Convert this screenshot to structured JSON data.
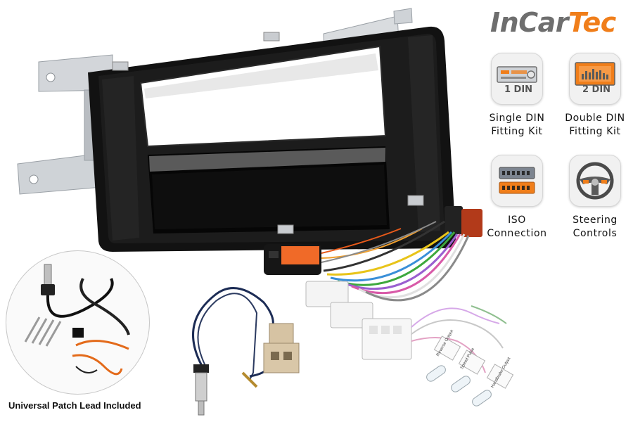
{
  "brand": {
    "part_a": "InCar",
    "part_b": "Tec"
  },
  "features": [
    {
      "id": "single-din",
      "line1": "Single DIN",
      "line2": "Fitting Kit",
      "badge": "1 DIN",
      "icon": "radio-1din-icon"
    },
    {
      "id": "double-din",
      "line1": "Double DIN",
      "line2": "Fitting Kit",
      "badge": "2 DIN",
      "icon": "radio-2din-icon"
    },
    {
      "id": "iso",
      "line1": "ISO",
      "line2": "Connection",
      "icon": "iso-connector-icon"
    },
    {
      "id": "steering",
      "line1": "Steering",
      "line2": "Controls",
      "icon": "steering-wheel-icon"
    }
  ],
  "patch_lead": {
    "caption": "Universal Patch Lead Included"
  },
  "tags": [
    "Reverse Output",
    "Speed Pulse",
    "Handbrake Output"
  ],
  "colors": {
    "accent": "#f07e1a",
    "grey": "#6e6e6e",
    "fascia": "#141414",
    "bracket": "#c9ccd0"
  }
}
